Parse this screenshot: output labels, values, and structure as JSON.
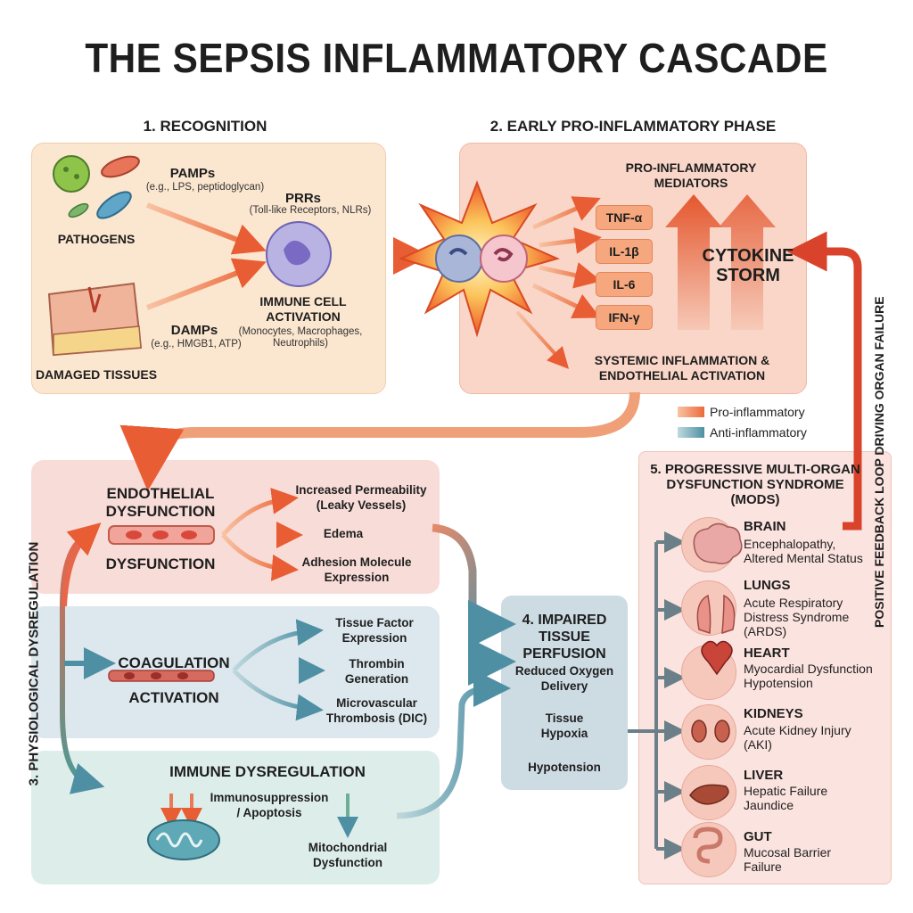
{
  "title": "THE SEPSIS INFLAMMATORY CASCADE",
  "recognition": {
    "header": "1. RECOGNITION",
    "pathogens": "PATHOGENS",
    "pamps": "PAMPs",
    "pamps_ex": "(e.g., LPS, peptidoglycan)",
    "damaged": "DAMAGED TISSUES",
    "damps": "DAMPs",
    "damps_ex": "(e.g., HMGB1, ATP)",
    "prrs": "PRRs",
    "prrs_ex": "(Toll-like Receptors, NLRs)",
    "activation": "IMMUNE CELL ACTIVATION",
    "activation_ex": "(Monocytes, Macrophages, Neutrophils)"
  },
  "early": {
    "header": "2. EARLY PRO-INFLAMMATORY PHASE",
    "mediators_title": "PRO-INFLAMMATORY MEDIATORS",
    "mediators": [
      "TNF-α",
      "IL-1β",
      "IL-6",
      "IFN-γ"
    ],
    "storm": "CYTOKINE STORM",
    "systemic": "SYSTEMIC INFLAMMATION & ENDOTHELIAL ACTIVATION"
  },
  "legend": {
    "pro": "Pro-inflammatory",
    "anti": "Anti-inflammatory",
    "pro_color": "#f08a5d",
    "anti_color": "#7fb3bd"
  },
  "dysreg": {
    "side_label": "3. PHYSIOLOGICAL DYSREGULATION",
    "endo_top": "ENDOTHELIAL DYSFUNCTION",
    "endo_bottom": "DYSFUNCTION",
    "endo_items": [
      "Increased Permeability (Leaky Vessels)",
      "Edema",
      "Adhesion Molecule Expression"
    ],
    "coag_top": "COAGULATION",
    "coag_bottom": "ACTIVATION",
    "coag_items": [
      "Tissue Factor Expression",
      "Thrombin Generation",
      "Microvascular Thrombosis (DIC)"
    ],
    "immune_title": "IMMUNE DYSREGULATION",
    "immune_items": [
      "Immunosuppression / Apoptosis",
      "Mitochondrial Dysfunction"
    ]
  },
  "perfusion": {
    "header": "4. IMPAIRED TISSUE PERFUSION",
    "items": [
      "Reduced Oxygen Delivery",
      "Tissue Hypoxia",
      "Hypotension"
    ]
  },
  "mods": {
    "header": "5. PROGRESSIVE MULTI-ORGAN DYSFUNCTION SYNDROME (MODS)",
    "feedback": "POSITIVE FEEDBACK LOOP DRIVING ORGAN FAILURE",
    "organs": [
      {
        "name": "BRAIN",
        "desc": "Encephalopathy, Altered Mental Status",
        "icon": "brain-icon"
      },
      {
        "name": "LUNGS",
        "desc": "Acute Respiratory Distress Syndrome (ARDS)",
        "icon": "lungs-icon"
      },
      {
        "name": "HEART",
        "desc": "Myocardial Dysfunction Hypotension",
        "icon": "heart-icon"
      },
      {
        "name": "KIDNEYS",
        "desc": "Acute Kidney Injury (AKI)",
        "icon": "kidneys-icon"
      },
      {
        "name": "LIVER",
        "desc": "Hepatic Failure Jaundice",
        "icon": "liver-icon"
      },
      {
        "name": "GUT",
        "desc": "Mucosal Barrier Failure",
        "icon": "gut-icon"
      }
    ]
  },
  "colors": {
    "recognition_bg": "#fbe6cf",
    "early_bg": "#f9d6c8",
    "endo_bg": "#f8dcd8",
    "coag_bg": "#dde8ee",
    "immune_bg": "#ddeeea",
    "perfusion_bg": "#cddbe3",
    "mods_bg": "#fbe3df"
  }
}
